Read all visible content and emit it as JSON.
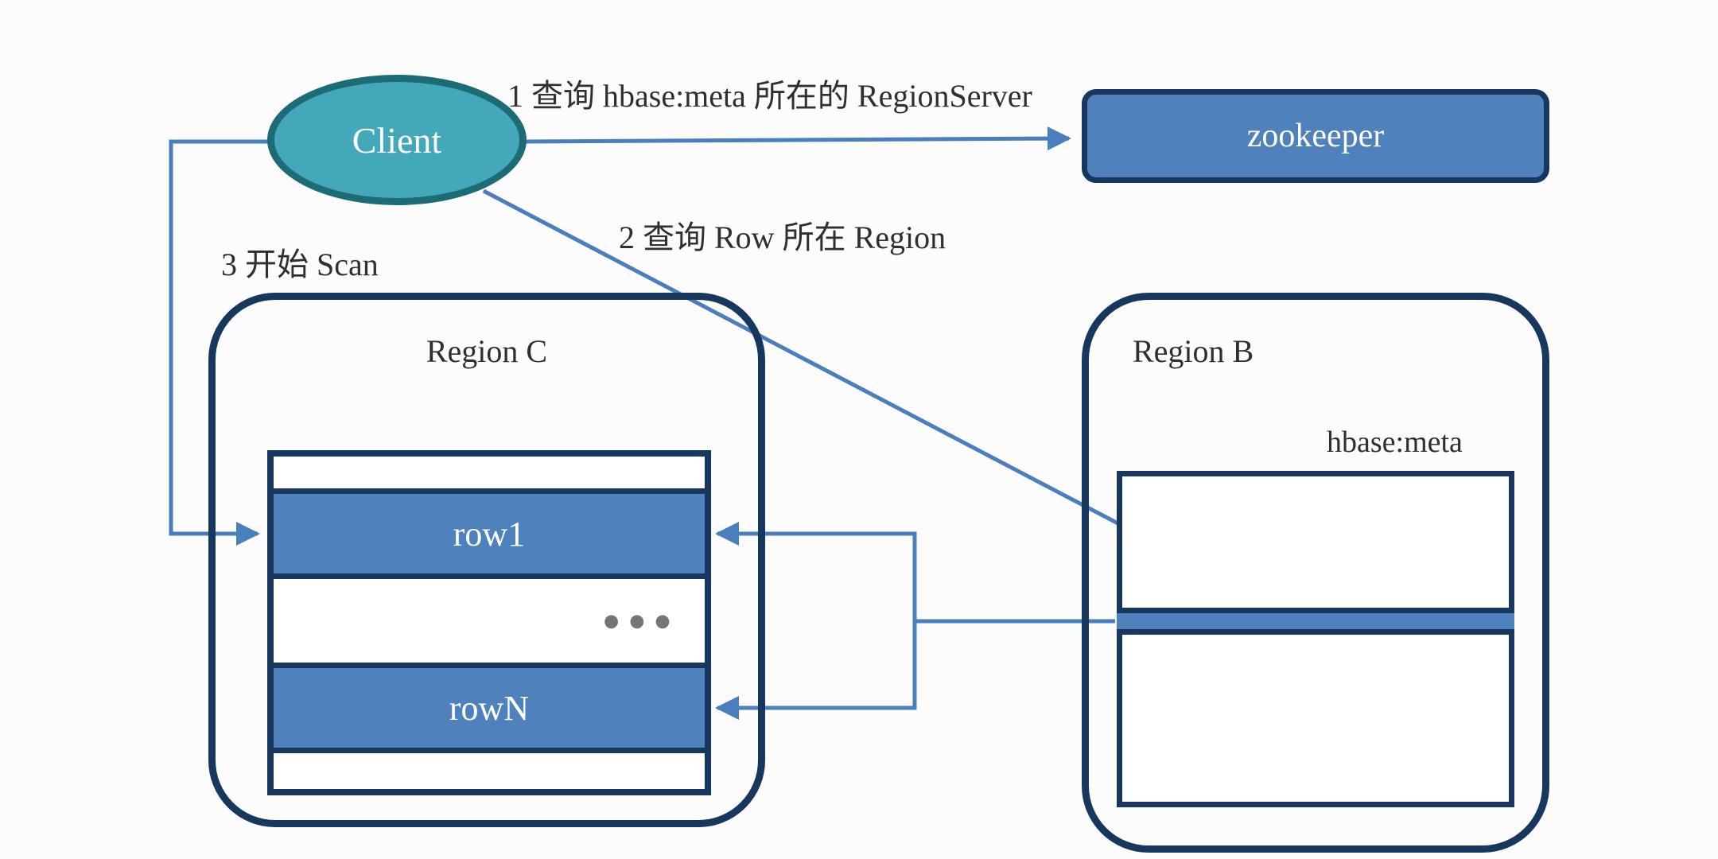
{
  "diagram": {
    "colors": {
      "accent_blue": "#4f81bd",
      "navy": "#17375e",
      "teal_fill": "#43a9ba",
      "teal_border": "#1d6b76",
      "line_blue": "#4a7ebc",
      "text": "#2f2f2f",
      "dots": "#757575",
      "bg": "#fcfcfc"
    },
    "client": {
      "label": "Client"
    },
    "zookeeper": {
      "label": "zookeeper"
    },
    "annotations": {
      "step1": "1  查询 hbase:meta 所在的 RegionServer",
      "step2": "2  查询 Row 所在 Region",
      "step3": "3  开始 Scan"
    },
    "region_c": {
      "title": "Region C",
      "row_first": "row1",
      "ellipsis": "●  ●  ●",
      "row_last": "rowN"
    },
    "region_b": {
      "title": "Region B",
      "table_label": "hbase:meta"
    }
  }
}
